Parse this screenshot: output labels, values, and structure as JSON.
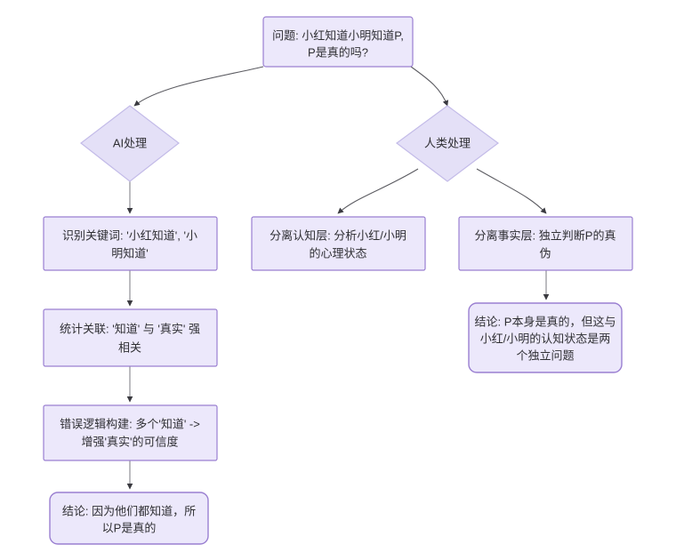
{
  "diagram": {
    "type": "flowchart",
    "direction": "top-down",
    "background_color": "#ffffff",
    "node_fill_color": "#ece8fb",
    "node_border_color": "#9a7fd1",
    "decision_border_color": "#c3bbe8",
    "edge_color": "#5c5c62",
    "text_color": "#2f2f33",
    "nodes": [
      {
        "id": "question",
        "shape": "rect",
        "lines": [
          "问题: 小红知道小明知道P,",
          "P是真的吗?"
        ]
      },
      {
        "id": "ai-branch",
        "shape": "diamond",
        "lines": [
          "AI处理"
        ]
      },
      {
        "id": "human-branch",
        "shape": "diamond",
        "lines": [
          "人类处理"
        ]
      },
      {
        "id": "ai-step-keywords",
        "shape": "rect",
        "lines": [
          "识别关键词: '小红知道', '小",
          "明知道'"
        ]
      },
      {
        "id": "ai-step-correlation",
        "shape": "rect",
        "lines": [
          "统计关联: '知道' 与 '真实' 强",
          "相关"
        ]
      },
      {
        "id": "ai-step-false-logic",
        "shape": "rect",
        "lines": [
          "错误逻辑构建: 多个'知道' ->",
          "增强'真实'的可信度"
        ]
      },
      {
        "id": "ai-conclusion",
        "shape": "rounded-rect",
        "lines": [
          "结论: 因为他们都知道，所",
          "以P是真的"
        ]
      },
      {
        "id": "human-step-cognitive",
        "shape": "rect",
        "lines": [
          "分离认知层: 分析小红/小明",
          "的心理状态"
        ]
      },
      {
        "id": "human-step-fact",
        "shape": "rect",
        "lines": [
          "分离事实层: 独立判断P的真",
          "伪"
        ]
      },
      {
        "id": "human-conclusion",
        "shape": "rounded-rect",
        "lines": [
          "结论: P本身是真的，但这与",
          "小红/小明的认知状态是两",
          "个独立问题"
        ]
      }
    ],
    "edges": [
      {
        "from": "question",
        "to": "ai-branch",
        "style": "curved"
      },
      {
        "from": "question",
        "to": "human-branch",
        "style": "curved"
      },
      {
        "from": "ai-branch",
        "to": "ai-step-keywords",
        "style": "straight"
      },
      {
        "from": "ai-step-keywords",
        "to": "ai-step-correlation",
        "style": "straight"
      },
      {
        "from": "ai-step-correlation",
        "to": "ai-step-false-logic",
        "style": "straight"
      },
      {
        "from": "ai-step-false-logic",
        "to": "ai-conclusion",
        "style": "straight"
      },
      {
        "from": "human-branch",
        "to": "human-step-cognitive",
        "style": "curved"
      },
      {
        "from": "human-branch",
        "to": "human-step-fact",
        "style": "curved"
      },
      {
        "from": "human-step-fact",
        "to": "human-conclusion",
        "style": "straight"
      }
    ]
  }
}
